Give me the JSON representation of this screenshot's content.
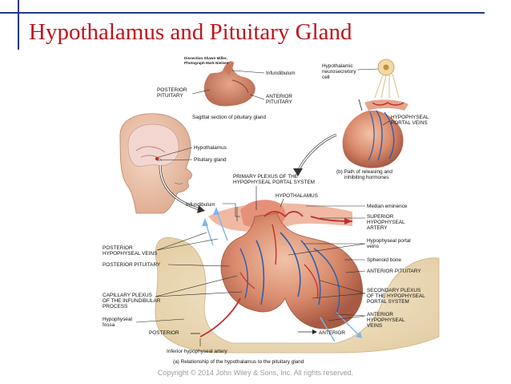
{
  "slide": {
    "title": "Hypothalamus and Pituitary Gland",
    "copyright": "Copyright © 2014 John Wiley & Sons, Inc. All rights reserved."
  },
  "figure": {
    "credit_line1": "Dissection Shawn Miller,",
    "credit_line2": "Photograph Mark Nielsen",
    "labels": {
      "infundibulum_photo": "Infundibulum",
      "posterior_pituitary_photo_1": "POSTERIOR",
      "posterior_pituitary_photo_2": "PITUITARY",
      "anterior_pituitary_photo_1": "ANTERIOR",
      "anterior_pituitary_photo_2": "PITUITARY",
      "sagittal_caption": "Sagittal section of pituitary gland",
      "neuro_cell_1": "Hypothalamic",
      "neuro_cell_2": "neurosecretory",
      "neuro_cell_3": "cell",
      "portal_veins_b_1": "HYPOPHYSEAL",
      "portal_veins_b_2": "PORTAL VEINS",
      "caption_b_1": "(b) Path of releasing and",
      "caption_b_2": "inhibiting hormones",
      "hypothalamus_head": "Hypothalamus",
      "pituitary_head": "Pituitary gland",
      "primary_plexus_1": "PRIMARY PLEXUS OF THE",
      "primary_plexus_2": "HYPOPHYSEAL PORTAL SYSTEM",
      "hypothalamus_main": "HYPOTHALAMUS",
      "infundibulum_main": "Infundibulum",
      "median_eminence": "Median eminence",
      "superior_artery_1": "SUPERIOR",
      "superior_artery_2": "HYPOPHYSEAL",
      "superior_artery_3": "ARTERY",
      "portal_veins_a_1": "Hypophyseal portal",
      "portal_veins_a_2": "veins",
      "sphenoid": "Sphenoid bone",
      "anterior_pituitary_main": "ANTERIOR PITUITARY",
      "secondary_plexus_1": "SECONDARY PLEXUS",
      "secondary_plexus_2": "OF THE HYPOPHYSEAL",
      "secondary_plexus_3": "PORTAL SYSTEM",
      "anterior_veins_1": "ANTERIOR",
      "anterior_veins_2": "HYPOPHYSEAL",
      "anterior_veins_3": "VEINS",
      "posterior_veins_1": "POSTERIOR",
      "posterior_veins_2": "HYPOPHYSEAL VEINS",
      "posterior_pituitary_main": "POSTERIOR PITUITARY",
      "capillary_1": "CAPILLARY PLEXUS",
      "capillary_2": "OF THE INFUNDIBULAR",
      "capillary_3": "PROCESS",
      "fossa_1": "Hypophyseal",
      "fossa_2": "fossa",
      "posterior_dir": "POSTERIOR",
      "anterior_dir": "ANTERIOR",
      "inferior_artery": "Inferior hypophyseal artery",
      "caption_a": "(a) Relationship of the hypothalamus to the pituitary gland"
    }
  }
}
